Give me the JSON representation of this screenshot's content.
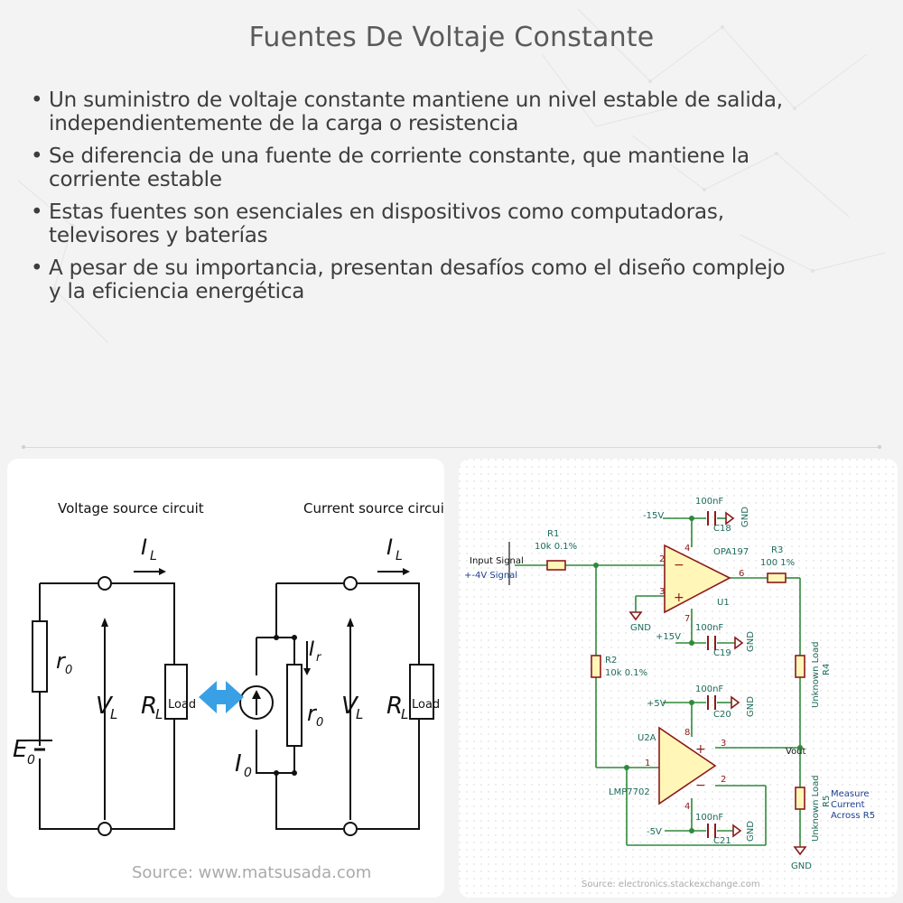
{
  "page": {
    "title": "Fuentes De Voltaje Constante",
    "bullet_symbol": "•",
    "bullets": [
      {
        "line1": "Un suministro de voltaje constante mantiene un nivel estable de salida,",
        "line2": "independientemente de la carga o resistencia"
      },
      {
        "line1": "Se diferencia de una fuente de corriente constante, que mantiene la",
        "line2": "corriente estable"
      },
      {
        "line1": "Estas fuentes son esenciales en dispositivos como computadoras,",
        "line2": "televisores y baterías"
      },
      {
        "line1": "A pesar de su importancia, presentan desafíos como el diseño complejo",
        "line2": "y la eficiencia energética"
      }
    ]
  },
  "left_figure": {
    "voltage_title": "Voltage source circuit",
    "current_title": "Current source circuit",
    "il": "I",
    "il_sub": "L",
    "vl": "V",
    "vl_sub": "L",
    "rl": "R",
    "rl_sub": "L",
    "r0": "r",
    "r0_sub": "0",
    "e0": "E",
    "e0_sub": "0",
    "i0": "I",
    "i0_sub": "0",
    "ir": "I",
    "ir_sub": "r",
    "load": "Load",
    "source": "Source: www.matsusada.com"
  },
  "right_figure": {
    "input_signal": "Input Signal",
    "signal_range": "+-4V Signal",
    "r1": "R1",
    "r1_val": "10k 0.1%",
    "r2": "R2",
    "r2_val": "10k 0.1%",
    "r3": "R3",
    "r3_val": "100 1%",
    "r4": "R4",
    "r5": "R5",
    "unknown_load": "Unknown Load",
    "u1_part": "OPA197",
    "u1": "U1",
    "u2_part": "LMP7702",
    "u2": "U2A",
    "cap_val": "100nF",
    "c18": "C18",
    "c19": "C19",
    "c20": "C20",
    "c21": "C21",
    "neg15": "-15V",
    "pos15": "+15V",
    "pos5": "+5V",
    "neg5": "-5V",
    "gnd": "GND",
    "vout": "Vout",
    "measure1": "Measure",
    "measure2": "Current",
    "measure3": "Across R5",
    "pin1": "1",
    "pin2": "2",
    "pin3": "3",
    "pin4": "4",
    "pin6": "6",
    "pin7": "7",
    "pin8": "8",
    "minus": "−",
    "plus": "+",
    "source": "Source: electronics.stackexchange.com"
  },
  "colors": {
    "schematic_wire": "#2e8a3a",
    "schematic_part": "#8b1a1a",
    "schematic_fill": "#fff6b8",
    "schematic_text": "#1d3f8f",
    "arrow_blue": "#3aa0e6"
  }
}
